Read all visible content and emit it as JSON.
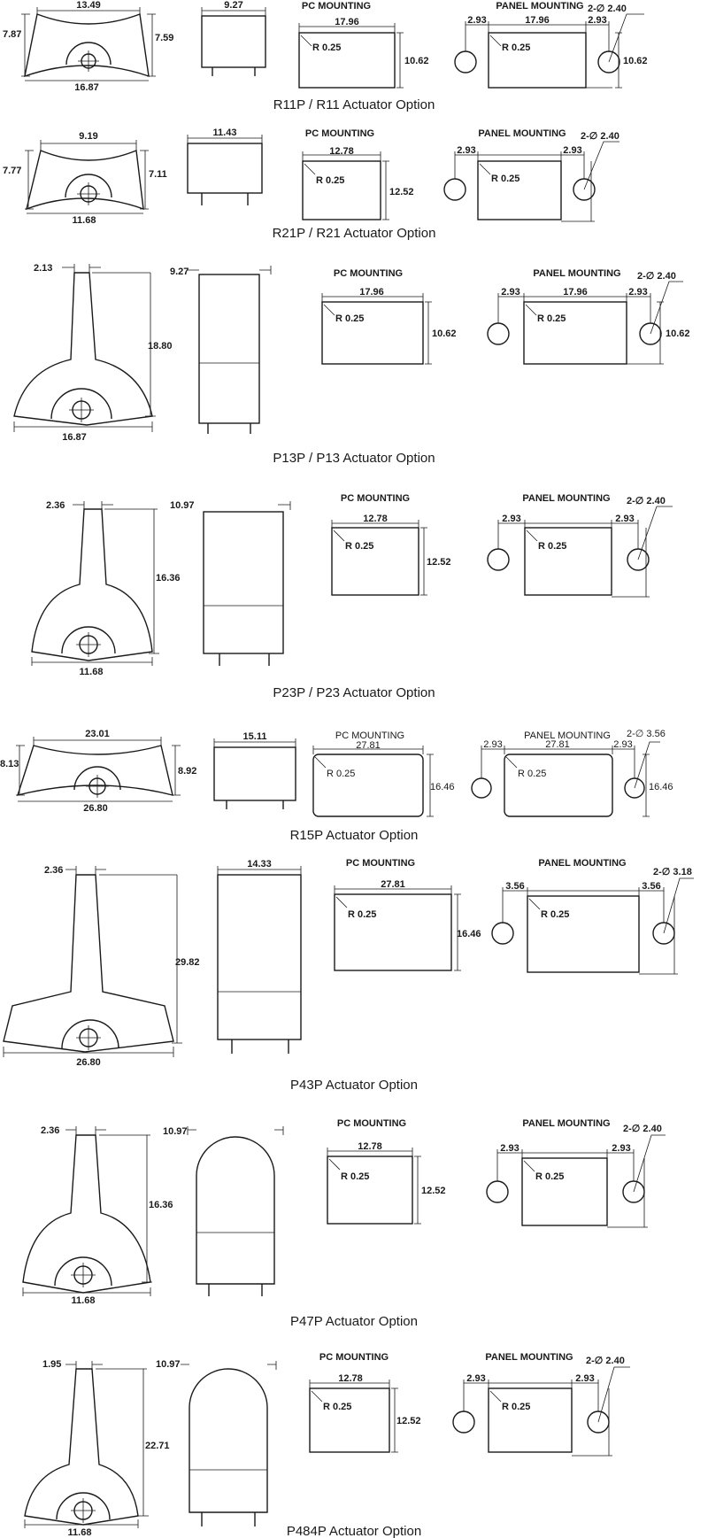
{
  "labels": {
    "pc_mounting": "PC MOUNTING",
    "panel_mounting": "PANEL MOUNTING"
  },
  "options": [
    {
      "caption": "R11P / R11 Actuator Option",
      "kind": "rocker",
      "actuator": {
        "top_width": "13.49",
        "left_height": "7.87",
        "right_height": "7.59",
        "bottom_width": "16.87"
      },
      "side": {
        "width": "9.27"
      },
      "pc": {
        "width": "17.96",
        "height": "10.62",
        "radius": "R 0.25"
      },
      "panel": {
        "width": "17.96",
        "height": "10.62",
        "offset_left": "2.93",
        "offset_right": "2.93",
        "hole": "2-∅ 2.40",
        "radius": "R 0.25"
      }
    },
    {
      "caption": "R21P / R21 Actuator Option",
      "kind": "rocker",
      "actuator": {
        "top_width": "9.19",
        "left_height": "7.77",
        "right_height": "7.11",
        "bottom_width": "11.68"
      },
      "side": {
        "width": "11.43"
      },
      "pc": {
        "width": "12.78",
        "height": "12.52",
        "radius": "R 0.25"
      },
      "panel": {
        "width": "",
        "height": "",
        "offset_left": "2.93",
        "offset_right": "2.93",
        "hole": "2-∅ 2.40",
        "radius": "R 0.25"
      }
    },
    {
      "caption": "P13P / P13 Actuator Option",
      "kind": "paddle",
      "actuator": {
        "top_width": "2.13",
        "height": "18.80",
        "bottom_width": "16.87"
      },
      "side": {
        "width": "9.27"
      },
      "pc": {
        "width": "17.96",
        "height": "10.62",
        "radius": "R 0.25"
      },
      "panel": {
        "width": "17.96",
        "height": "10.62",
        "offset_left": "2.93",
        "offset_right": "2.93",
        "hole": "2-∅ 2.40",
        "radius": "R 0.25"
      }
    },
    {
      "caption": "P23P / P23 Actuator Option",
      "kind": "paddle",
      "actuator": {
        "top_width": "2.36",
        "height": "16.36",
        "bottom_width": "11.68"
      },
      "side": {
        "width": "10.97"
      },
      "pc": {
        "width": "12.78",
        "height": "12.52",
        "radius": "R 0.25"
      },
      "panel": {
        "width": "",
        "height": "",
        "offset_left": "2.93",
        "offset_right": "2.93",
        "hole": "2-∅ 2.40",
        "radius": "R 0.25"
      }
    },
    {
      "caption": "R15P Actuator Option",
      "kind": "rocker",
      "actuator": {
        "top_width": "23.01",
        "left_height": "8.13",
        "right_height": "8.92",
        "bottom_width": "26.80"
      },
      "side": {
        "width": "15.11"
      },
      "pc": {
        "width": "27.81",
        "height": "16.46",
        "radius": "R 0.25"
      },
      "panel": {
        "width": "27.81",
        "height": "16.46",
        "offset_left": "2.93",
        "offset_right": "2.93",
        "hole": "2-∅ 3.56",
        "radius": "R 0.25"
      }
    },
    {
      "caption": "P43P Actuator Option",
      "kind": "paddle",
      "actuator": {
        "top_width": "2.36",
        "height": "29.82",
        "bottom_width": "26.80"
      },
      "side": {
        "width": "14.33"
      },
      "pc": {
        "width": "27.81",
        "height": "16.46",
        "radius": "R 0.25"
      },
      "panel": {
        "width": "",
        "height": "",
        "offset_left": "3.56",
        "offset_right": "3.56",
        "hole": "2-∅ 3.18",
        "radius": "R 0.25"
      }
    },
    {
      "caption": "P47P Actuator Option",
      "kind": "paddle",
      "actuator": {
        "top_width": "2.36",
        "height": "16.36",
        "bottom_width": "11.68"
      },
      "side": {
        "width": "10.97"
      },
      "pc": {
        "width": "12.78",
        "height": "12.52",
        "radius": "R 0.25"
      },
      "panel": {
        "width": "",
        "height": "",
        "offset_left": "2.93",
        "offset_right": "2.93",
        "hole": "2-∅ 2.40",
        "radius": "R 0.25"
      }
    },
    {
      "caption": "P484P Actuator Option",
      "kind": "paddle",
      "actuator": {
        "top_width": "1.95",
        "height": "22.71",
        "bottom_width": "11.68"
      },
      "side": {
        "width": "10.97"
      },
      "pc": {
        "width": "12.78",
        "height": "12.52",
        "radius": "R 0.25"
      },
      "panel": {
        "width": "",
        "height": "",
        "offset_left": "2.93",
        "offset_right": "2.93",
        "hole": "2-∅ 2.40",
        "radius": "R 0.25"
      }
    }
  ]
}
